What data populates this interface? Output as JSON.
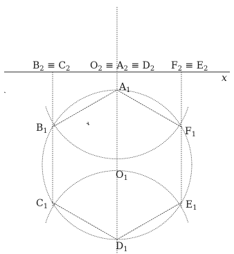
{
  "labels": {
    "top": {
      "b2_c2": {
        "a": "B",
        "a_sub": "2",
        "eq": " ≡ ",
        "b": "C",
        "b_sub": "2"
      },
      "o2_a2_d2": {
        "a": "O",
        "a_sub": "2",
        "eq1": " ≡ ",
        "b": "A",
        "b_sub": "2",
        "eq2": " ≡ ",
        "c": "D",
        "c_sub": "2"
      },
      "f2_e2": {
        "a": "F",
        "a_sub": "2",
        "eq": " ≡ ",
        "b": "E",
        "b_sub": "2"
      },
      "axis": "x"
    },
    "points": {
      "a1": {
        "main": "A",
        "sub": "1"
      },
      "b1": {
        "main": "B",
        "sub": "1"
      },
      "f1": {
        "main": "F",
        "sub": "1"
      },
      "o1": {
        "main": "O",
        "sub": "1"
      },
      "c1": {
        "main": "C",
        "sub": "1"
      },
      "e1": {
        "main": "E",
        "sub": "1"
      },
      "d1": {
        "main": "D",
        "sub": "1"
      }
    }
  },
  "colors": {
    "stroke": "#2a2a2a",
    "text": "#1a1a1a"
  }
}
